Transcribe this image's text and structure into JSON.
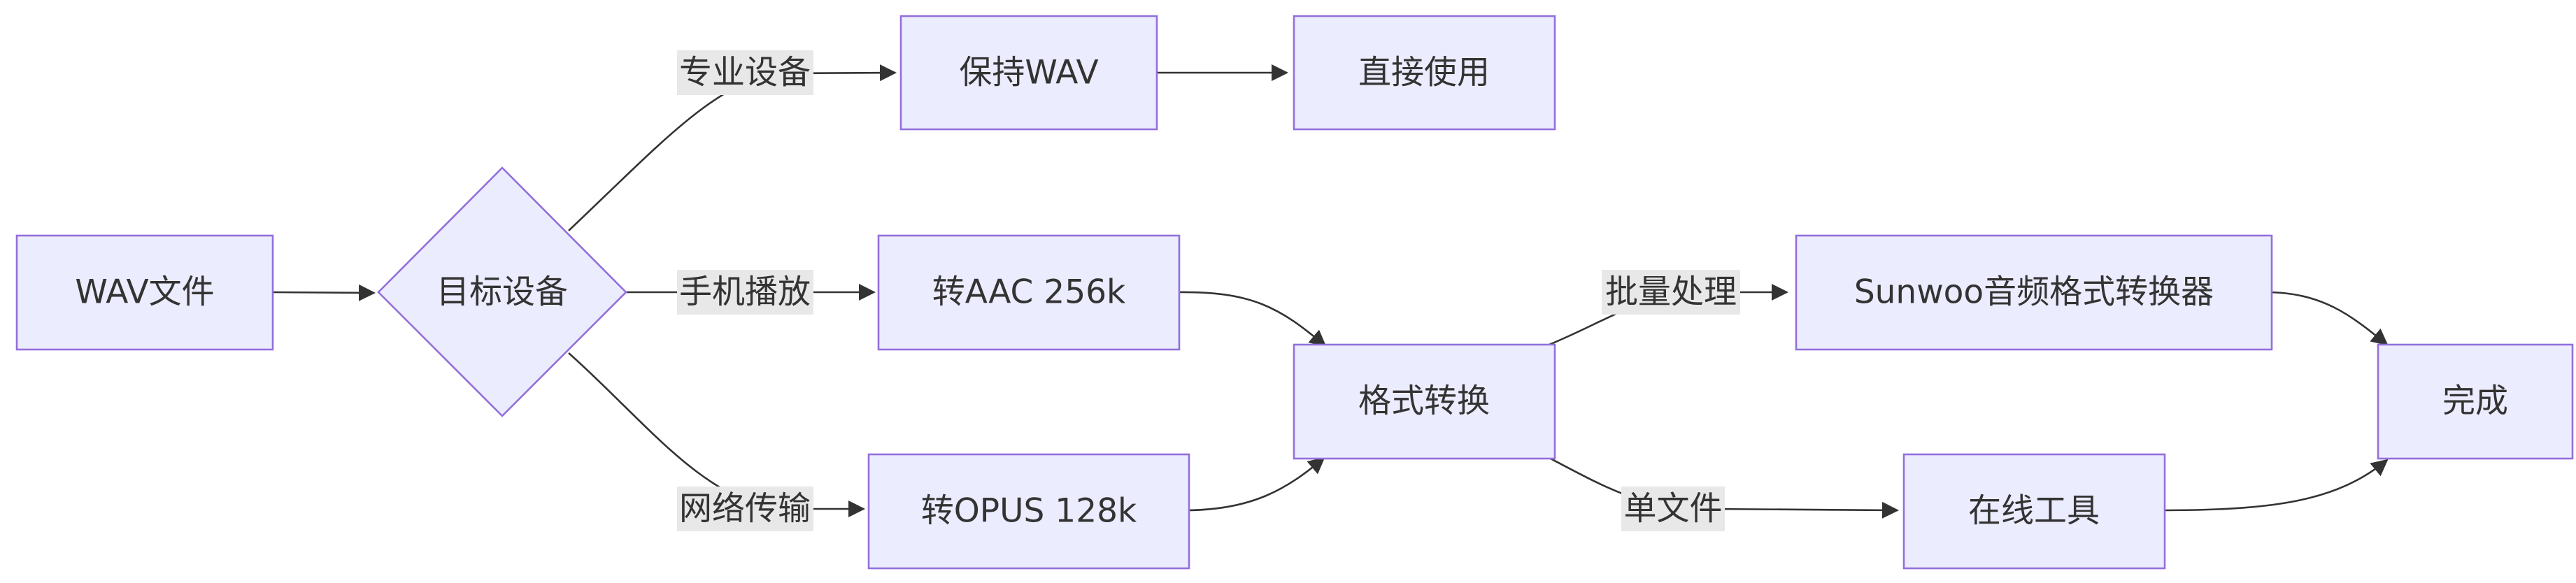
{
  "nodes": {
    "wav_file": "WAV文件",
    "target_device": "目标设备",
    "keep_wav": "保持WAV",
    "direct_use": "直接使用",
    "to_aac": "转AAC 256k",
    "to_opus": "转OPUS 128k",
    "format_convert": "格式转换",
    "sunwoo_converter": "Sunwoo音频格式转换器",
    "online_tool": "在线工具",
    "done": "完成"
  },
  "edges": {
    "pro_device": "专业设备",
    "phone_playback": "手机播放",
    "network_transfer": "网络传输",
    "batch_process": "批量处理",
    "single_file": "单文件"
  },
  "colors": {
    "node_fill": "#ececff",
    "node_stroke": "#9370db",
    "edge_stroke": "#333333",
    "label_bg": "#e8e8e8"
  }
}
